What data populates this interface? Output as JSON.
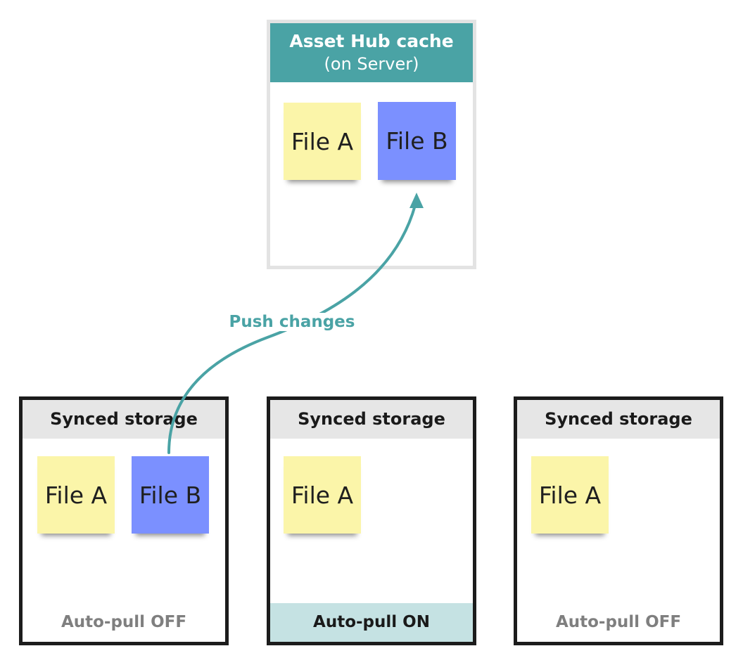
{
  "server": {
    "title": "Asset Hub cache",
    "subtitle": "(on Server)",
    "files": [
      {
        "label": "File A",
        "color": "#fbf5a9"
      },
      {
        "label": "File B",
        "color": "#7b90ff"
      }
    ]
  },
  "arrow": {
    "label": "Push changes",
    "color": "#4aa3a5"
  },
  "storages": [
    {
      "title": "Synced storage",
      "files": [
        "File A",
        "File B"
      ],
      "autopull": "Auto-pull OFF"
    },
    {
      "title": "Synced storage",
      "files": [
        "File A"
      ],
      "autopull": "Auto-pull ON"
    },
    {
      "title": "Synced storage",
      "files": [
        "File A"
      ],
      "autopull": "Auto-pull OFF"
    }
  ],
  "colors": {
    "teal": "#4aa3a5",
    "yellow_note": "#fbf5a9",
    "blue_note": "#7b90ff",
    "autopull_on_bg": "#c5e2e3"
  }
}
